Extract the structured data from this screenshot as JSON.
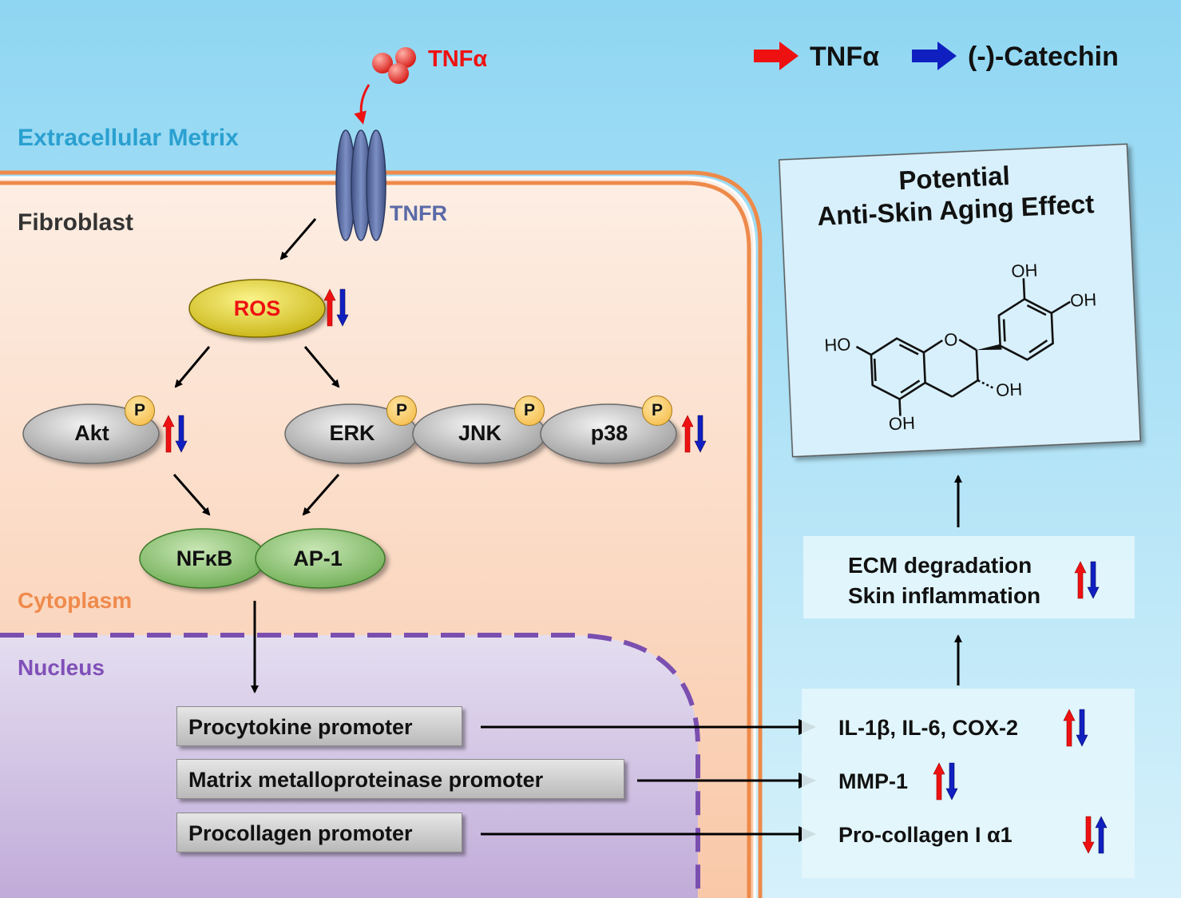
{
  "legend": {
    "tnfa_label": "TNFα",
    "catechin_label": "(-)-Catechin",
    "tnfa_color": "#ee1111",
    "catechin_color": "#1020c0"
  },
  "regions": {
    "extracellular": "Extracellular Metrix",
    "fibroblast": "Fibroblast",
    "cytoplasm": "Cytoplasm",
    "nucleus": "Nucleus"
  },
  "ligand": {
    "label": "TNFα"
  },
  "receptor": {
    "label": "TNFR"
  },
  "nodes": {
    "ros": "ROS",
    "akt": "Akt",
    "erk": "ERK",
    "jnk": "JNK",
    "p38": "p38",
    "nfkb": "NFκB",
    "ap1": "AP-1",
    "phospho": "P"
  },
  "promoters": [
    "Procytokine  promoter",
    "Matrix metalloproteinase  promoter",
    "Procollagen  promoter"
  ],
  "outputs": {
    "cytokines": "IL-1β, IL-6, COX-2",
    "mmp": "MMP-1",
    "procollagen": "Pro-collagen  I α1",
    "ecm": "ECM degradation",
    "inflammation": "Skin inflammation"
  },
  "effect_card": {
    "title_line1": "Potential",
    "title_line2": "Anti-Skin Aging Effect",
    "structure_labels": {
      "oh_top": "OH",
      "oh_right": "OH",
      "ho_left": "HO",
      "o_ring": "O",
      "oh_c3": "OH",
      "oh_bottom": "OH"
    }
  }
}
